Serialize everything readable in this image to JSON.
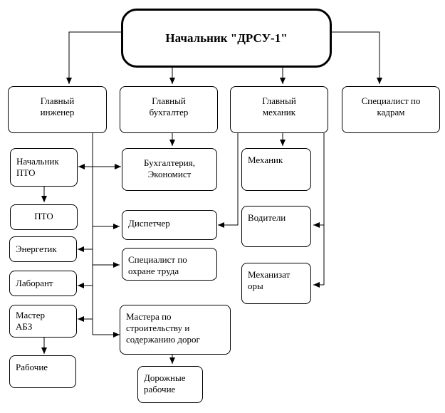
{
  "diagram": {
    "head": "Начальник \"ДРСУ-1\"",
    "chief_engineer": "Главный\nинженер",
    "chief_accountant": "Главный\nбухгалтер",
    "chief_mechanic": "Главный\nмеханик",
    "hr_specialist": "Специалист по\nкадрам",
    "pto_head": "Начальник\nПТО",
    "accounting": "Бухгалтерия,\nЭкономист",
    "pto": "ПТО",
    "dispatcher": "Диспетчер",
    "energetic": "Энергетик",
    "safety_specialist": "Специалист по\nохране труда",
    "laborant": "Лаборант",
    "master_abz": "Мастер\nАБЗ",
    "road_masters": "Мастера по\nстроительству и\nсодержанию дорог",
    "workers": "Рабочие",
    "road_workers": "Дорожные\nрабочие",
    "mechanic": "Механик",
    "drivers": "Водители",
    "machine_operators": "Механизат\nоры"
  }
}
